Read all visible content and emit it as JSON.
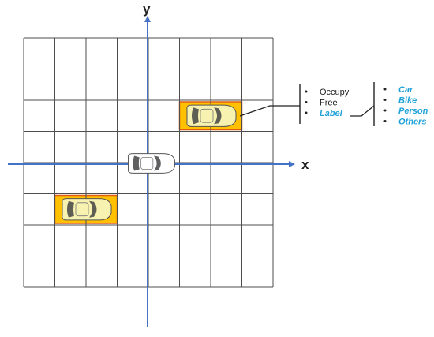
{
  "axes": {
    "x_label": "x",
    "y_label": "y"
  },
  "grid": {
    "rows": 8,
    "cols": 8
  },
  "occupied_cells": [
    {
      "col": 5,
      "row": 2
    },
    {
      "col": 1,
      "row": 5
    }
  ],
  "states": [
    "Occupy",
    "Free",
    "Label"
  ],
  "labels": [
    "Car",
    "Bike",
    "Person",
    "Others"
  ],
  "colors": {
    "axis": "#4472c4",
    "grid": "#4d4d4d",
    "cell_fill": "#ffc000",
    "cell_border": "#e05d10",
    "car_body": "#f8f2b0",
    "ego_car_body": "#ffffff",
    "label_text": "#1fa2d8"
  }
}
